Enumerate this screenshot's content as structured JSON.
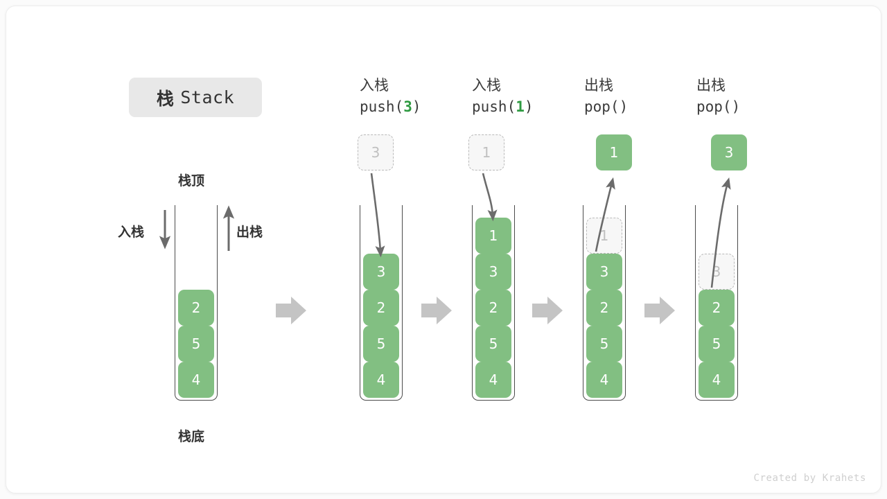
{
  "title": {
    "cn": "栈",
    "en": "Stack"
  },
  "labels": {
    "top": "栈顶",
    "bottom": "栈底",
    "push": "入栈",
    "pop": "出栈"
  },
  "colors": {
    "cell_fill": "#82bf82",
    "cell_text": "#ffffff",
    "ghost_fill": "#f7f7f7",
    "ghost_text": "#c0c0c0",
    "ghost_border": "#b9b9b9",
    "arrow": "#6b6b6b",
    "step_arrow": "#c4c4c4",
    "chip_bg": "#e8e8e8",
    "accent_green": "#2e9a41"
  },
  "steps": [
    {
      "id": "initial",
      "head_line1": "",
      "head_line2": "",
      "head_arg": "",
      "cells": [
        "4",
        "5",
        "2"
      ],
      "ghost_top_in_stack": null,
      "float_box": null,
      "float_style": null,
      "arrow": null
    },
    {
      "id": "push-3",
      "head_line1": "入栈",
      "head_line2_pre": "push(",
      "head_arg": "3",
      "head_line2_post": ")",
      "cells": [
        "4",
        "5",
        "2",
        "3"
      ],
      "ghost_top_in_stack": null,
      "float_box": "3",
      "float_style": "ghost",
      "arrow": "down"
    },
    {
      "id": "push-1",
      "head_line1": "入栈",
      "head_line2_pre": "push(",
      "head_arg": "1",
      "head_line2_post": ")",
      "cells": [
        "4",
        "5",
        "2",
        "3",
        "1"
      ],
      "ghost_top_in_stack": null,
      "float_box": "1",
      "float_style": "ghost",
      "arrow": "down"
    },
    {
      "id": "pop-1",
      "head_line1": "出栈",
      "head_line2_pre": "pop(",
      "head_arg": "",
      "head_line2_post": ")",
      "cells": [
        "4",
        "5",
        "2",
        "3"
      ],
      "ghost_top_in_stack": "1",
      "float_box": "1",
      "float_style": "filled",
      "arrow": "up"
    },
    {
      "id": "pop-3",
      "head_line1": "出栈",
      "head_line2_pre": "pop(",
      "head_arg": "",
      "head_line2_post": ")",
      "cells": [
        "4",
        "5",
        "2"
      ],
      "ghost_top_in_stack": "3",
      "float_box": "3",
      "float_style": "filled",
      "arrow": "up"
    }
  ],
  "footer": "Created by Krahets"
}
